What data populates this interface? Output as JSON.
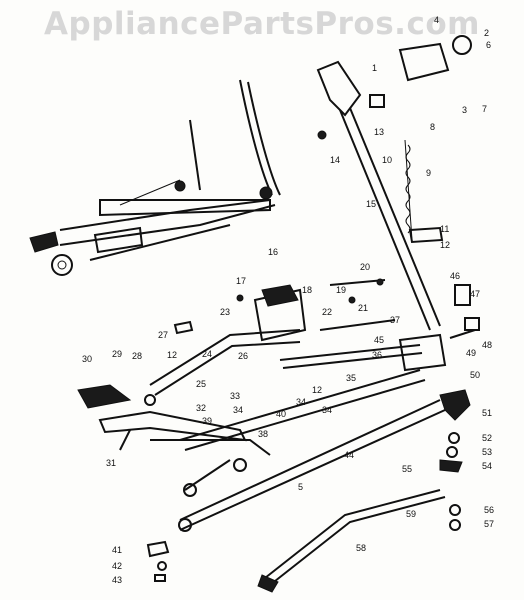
{
  "watermark": "AppliancePartsPros.com",
  "callouts": [
    "1",
    "2",
    "3",
    "4",
    "5",
    "6",
    "7",
    "8",
    "9",
    "10",
    "11",
    "12",
    "12",
    "12",
    "13",
    "14",
    "15",
    "16",
    "17",
    "18",
    "19",
    "20",
    "21",
    "22",
    "23",
    "24",
    "25",
    "26",
    "27",
    "28",
    "29",
    "30",
    "31",
    "32",
    "33",
    "34",
    "34",
    "34",
    "35",
    "36",
    "37",
    "38",
    "39",
    "40",
    "41",
    "42",
    "43",
    "44",
    "45",
    "46",
    "47",
    "48",
    "49",
    "50",
    "51",
    "52",
    "53",
    "54",
    "55",
    "56",
    "57",
    "58",
    "59"
  ]
}
